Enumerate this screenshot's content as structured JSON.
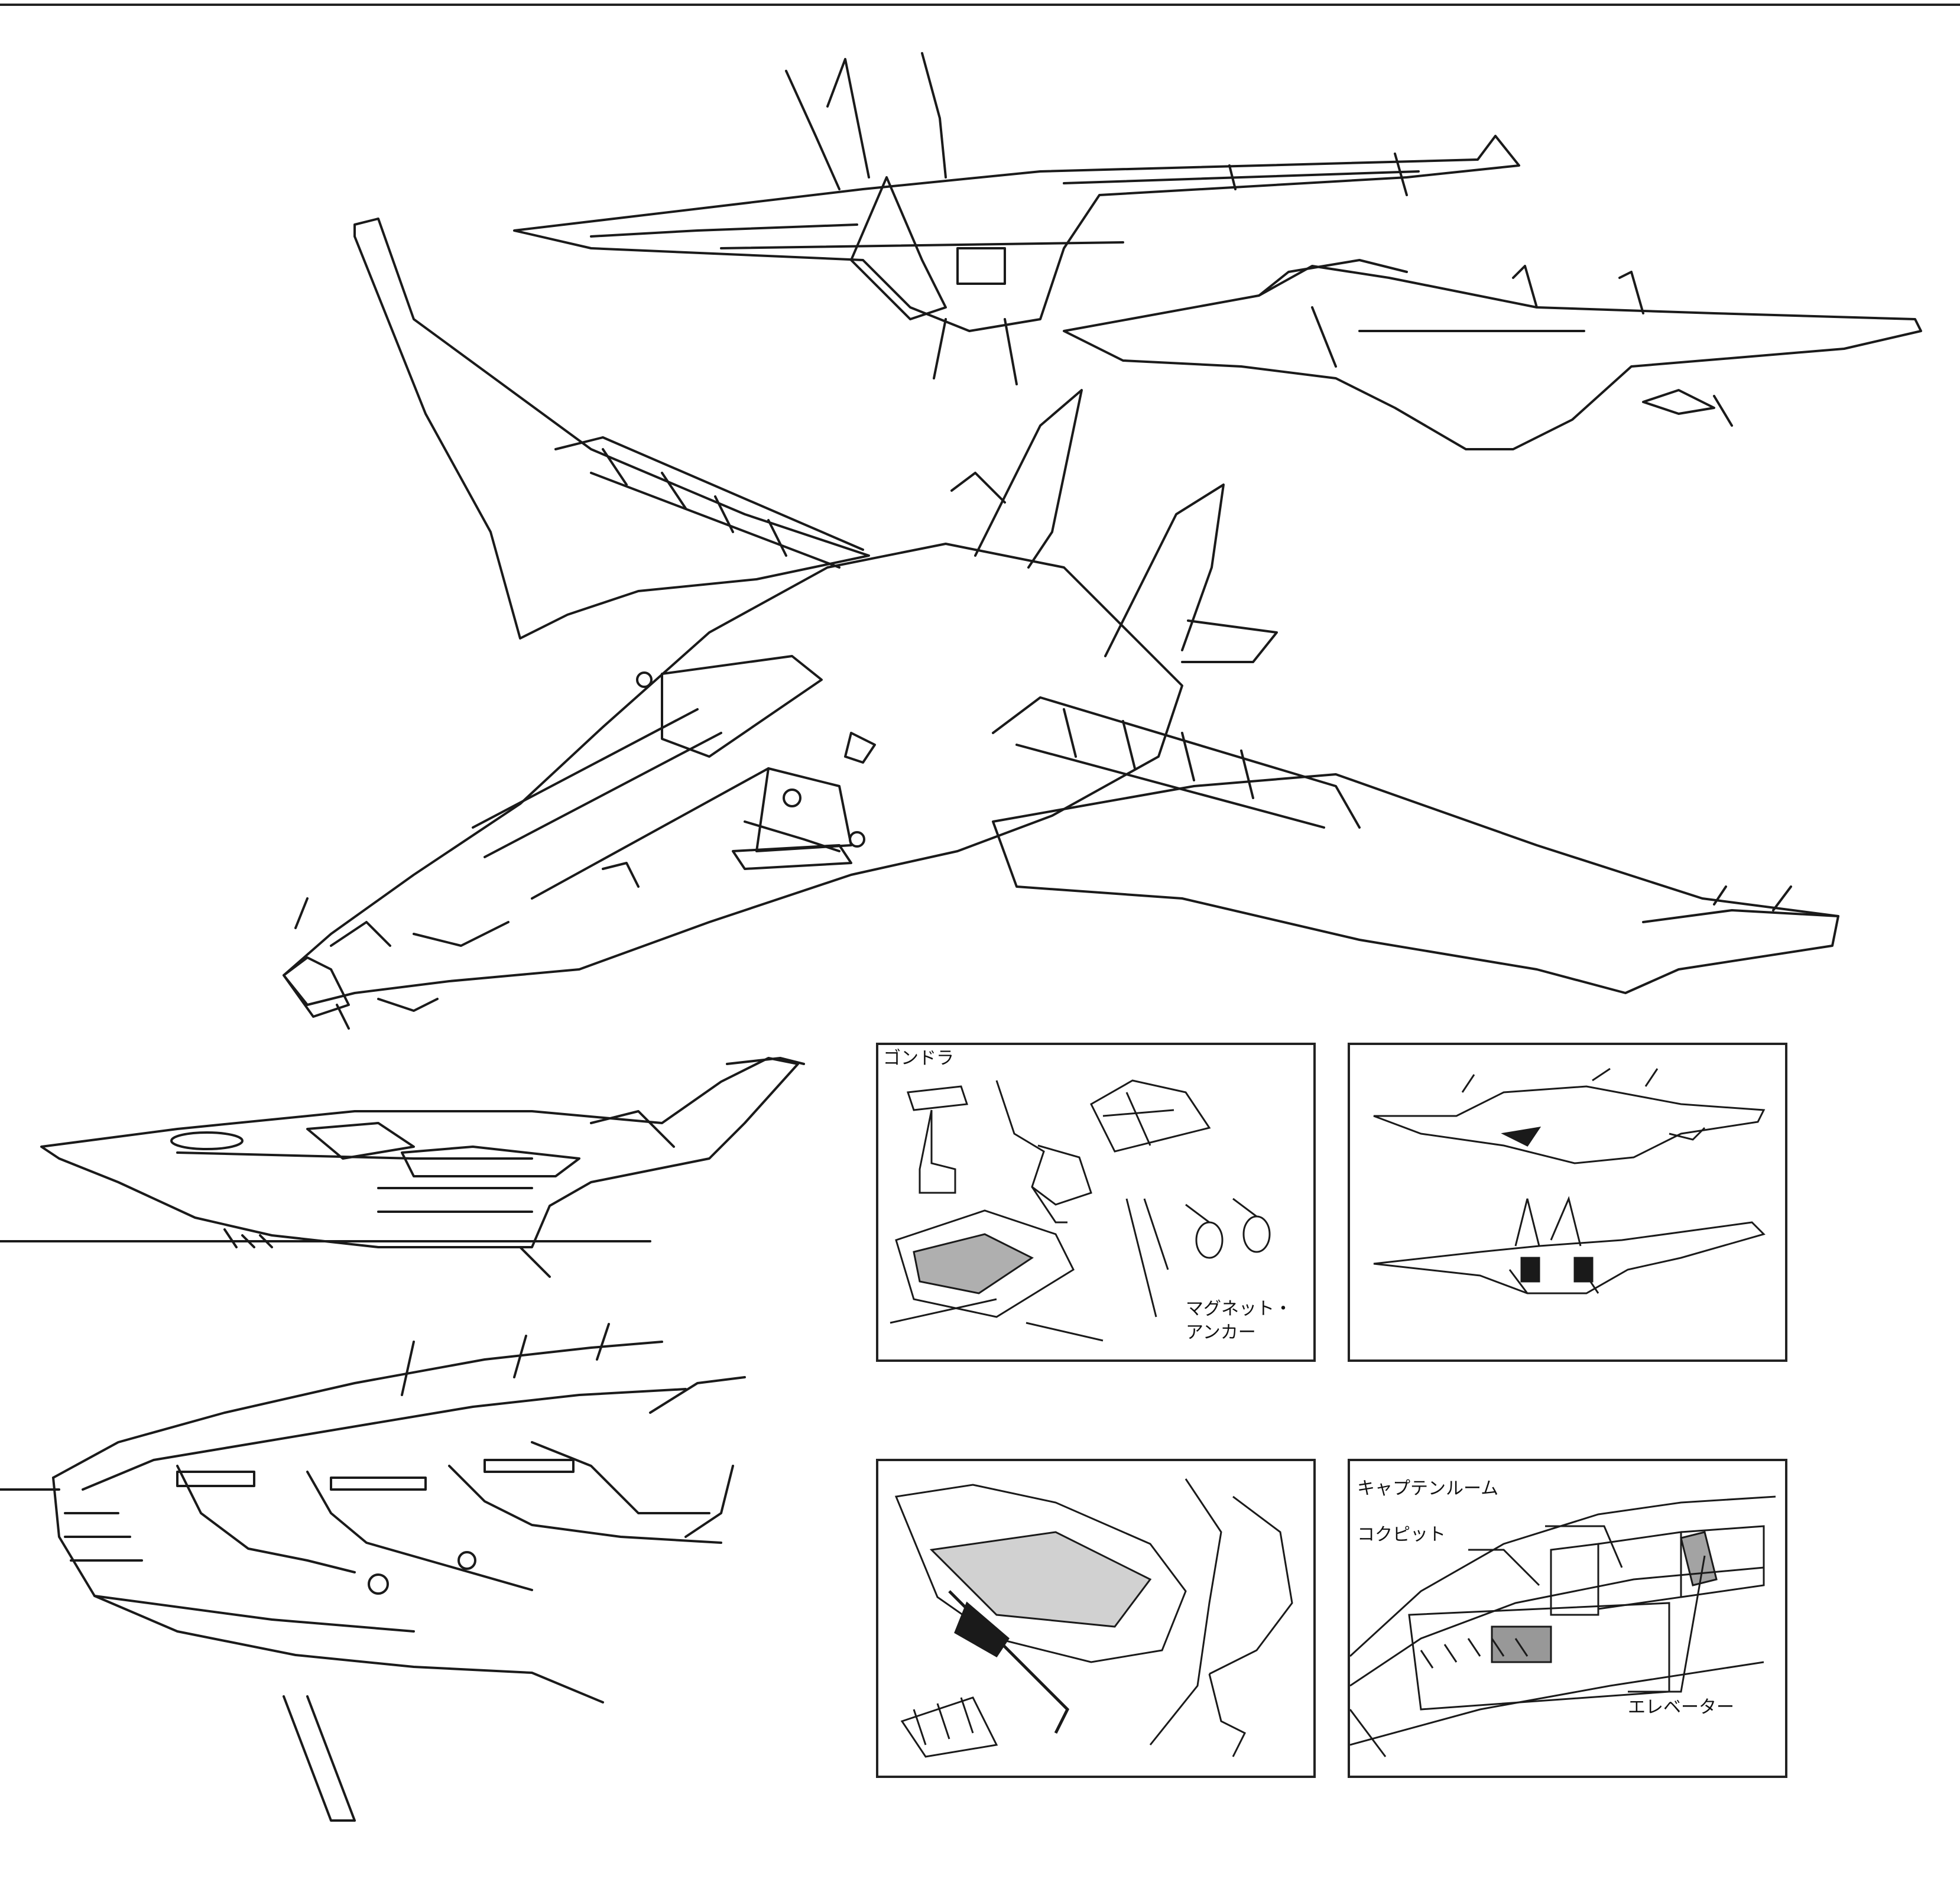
{
  "page": {
    "colors": {
      "ink": "#1a1a1a",
      "paper": "#ffffff"
    }
  },
  "panels": {
    "gondola": {
      "label_gondola": "ゴンドラ",
      "label_magnet_1": "マグネット・",
      "label_magnet_2": "アンカー"
    },
    "small_views": {},
    "underside": {},
    "cutaway": {
      "label_captain": "キャプテンルーム",
      "label_cockpit": "コクピット",
      "label_elevator": "エレベーター"
    }
  }
}
